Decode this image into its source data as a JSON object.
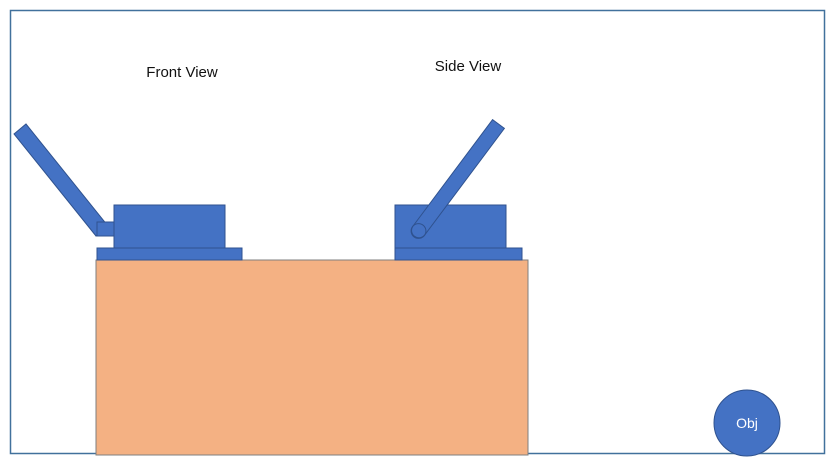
{
  "labels": {
    "front_view": "Front View",
    "side_view": "Side View",
    "object": "Obj"
  },
  "colors": {
    "frame": "#41719c",
    "part_fill": "#4472c4",
    "part_stroke": "#2f528f",
    "table_fill": "#f4b183",
    "table_stroke": "#7f7f7f",
    "text": "#111111",
    "object_text": "#ffffff"
  }
}
